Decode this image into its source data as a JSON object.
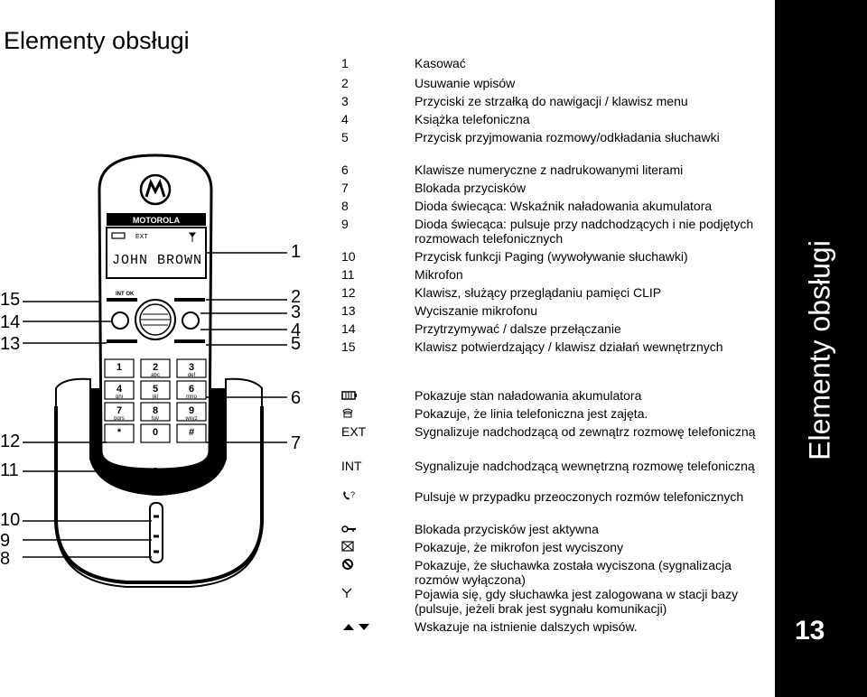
{
  "page": {
    "title": "Elementy obsługi",
    "side_title": "Elementy obsługi",
    "page_number": "13"
  },
  "phone": {
    "brand": "MOTOROLA",
    "display_name": "JOHN BROWN",
    "ext_label": "EXT",
    "int_ok_label": "INT OK"
  },
  "keys": [
    {
      "digit": "1",
      "letters": ""
    },
    {
      "digit": "2",
      "letters": "abc"
    },
    {
      "digit": "3",
      "letters": "def"
    },
    {
      "digit": "4",
      "letters": "ghi"
    },
    {
      "digit": "5",
      "letters": "jkl"
    },
    {
      "digit": "6",
      "letters": "mno"
    },
    {
      "digit": "7",
      "letters": "pqrs"
    },
    {
      "digit": "8",
      "letters": "tuv"
    },
    {
      "digit": "9",
      "letters": "wxyz"
    },
    {
      "digit": "*",
      "letters": ""
    },
    {
      "digit": "0",
      "letters": ""
    },
    {
      "digit": "#",
      "letters": ""
    }
  ],
  "callouts_left": [
    "15",
    "14",
    "13",
    "12",
    "11",
    "10",
    "9",
    "8"
  ],
  "callouts_right": [
    "1",
    "2",
    "3",
    "4",
    "5",
    "6",
    "7"
  ],
  "rows": [
    {
      "key": "1",
      "text": "Kasować"
    },
    {
      "key": "2",
      "text": "Usuwanie wpisów"
    },
    {
      "key": "3",
      "text": "Przyciski ze strzałką do nawigacji / klawisz menu"
    },
    {
      "key": "4",
      "text": "Książka telefoniczna"
    },
    {
      "key": "5",
      "text": "Przycisk przyjmowania rozmowy/odkładania słuchawki"
    },
    {
      "key": "6",
      "text": "Klawisze numeryczne z nadrukowanymi literami"
    },
    {
      "key": "7",
      "text": "Blokada przycisków"
    },
    {
      "key": "8",
      "text": "Dioda świecąca: Wskaźnik naładowania akumulatora"
    },
    {
      "key": "9",
      "text": "Dioda świecąca: pulsuje przy nadchodzących i nie podjętych rozmowach telefonicznych"
    },
    {
      "key": "10",
      "text": "Przycisk funkcji Paging (wywoływanie słuchawki)"
    },
    {
      "key": "11",
      "text": "Mikrofon"
    },
    {
      "key": "12",
      "text": "Klawisz, służący przeglądaniu pamięci CLIP"
    },
    {
      "key": "13",
      "text": "Wyciszanie mikrofonu"
    },
    {
      "key": "14",
      "text": "Przytrzymywać / dalsze przełączanie"
    },
    {
      "key": "15",
      "text": "Klawisz potwierdzający / klawisz działań wewnętrznych"
    },
    {
      "key": "",
      "text": ""
    },
    {
      "key": "battery-icon",
      "text": "Pokazuje stan naładowania akumulatora"
    },
    {
      "key": "handset-icon",
      "text": "Pokazuje, że linia telefoniczna jest zajęta."
    },
    {
      "key": "EXT",
      "text": "Sygnalizuje nadchodzącą od zewnątrz rozmowę telefoniczną"
    },
    {
      "key": "INT",
      "text": "Sygnalizuje nadchodzącą wewnętrzną rozmowę telefoniczną"
    },
    {
      "key": "missed-call-icon",
      "text": "Pulsuje w przypadku przeoczonych rozmów telefonicznych"
    },
    {
      "key": "key-lock-icon",
      "text": "Blokada przycisków jest aktywna"
    },
    {
      "key": "mic-muted-icon",
      "text": "Pokazuje, że mikrofon jest wyciszony"
    },
    {
      "key": "ringer-off-icon",
      "text": "Pokazuje, że słuchawka została wyciszona (sygnalizacja rozmów wyłączona)"
    },
    {
      "key": "antenna-icon",
      "text": "Pojawia się, gdy słuchawka jest zalogowana w stacji bazy (pulsuje, jeżeli brak jest sygnału komunikacji)"
    },
    {
      "key": "scroll-arrows-icon",
      "text": "Wskazuje na istnienie dalszych wpisów."
    }
  ]
}
